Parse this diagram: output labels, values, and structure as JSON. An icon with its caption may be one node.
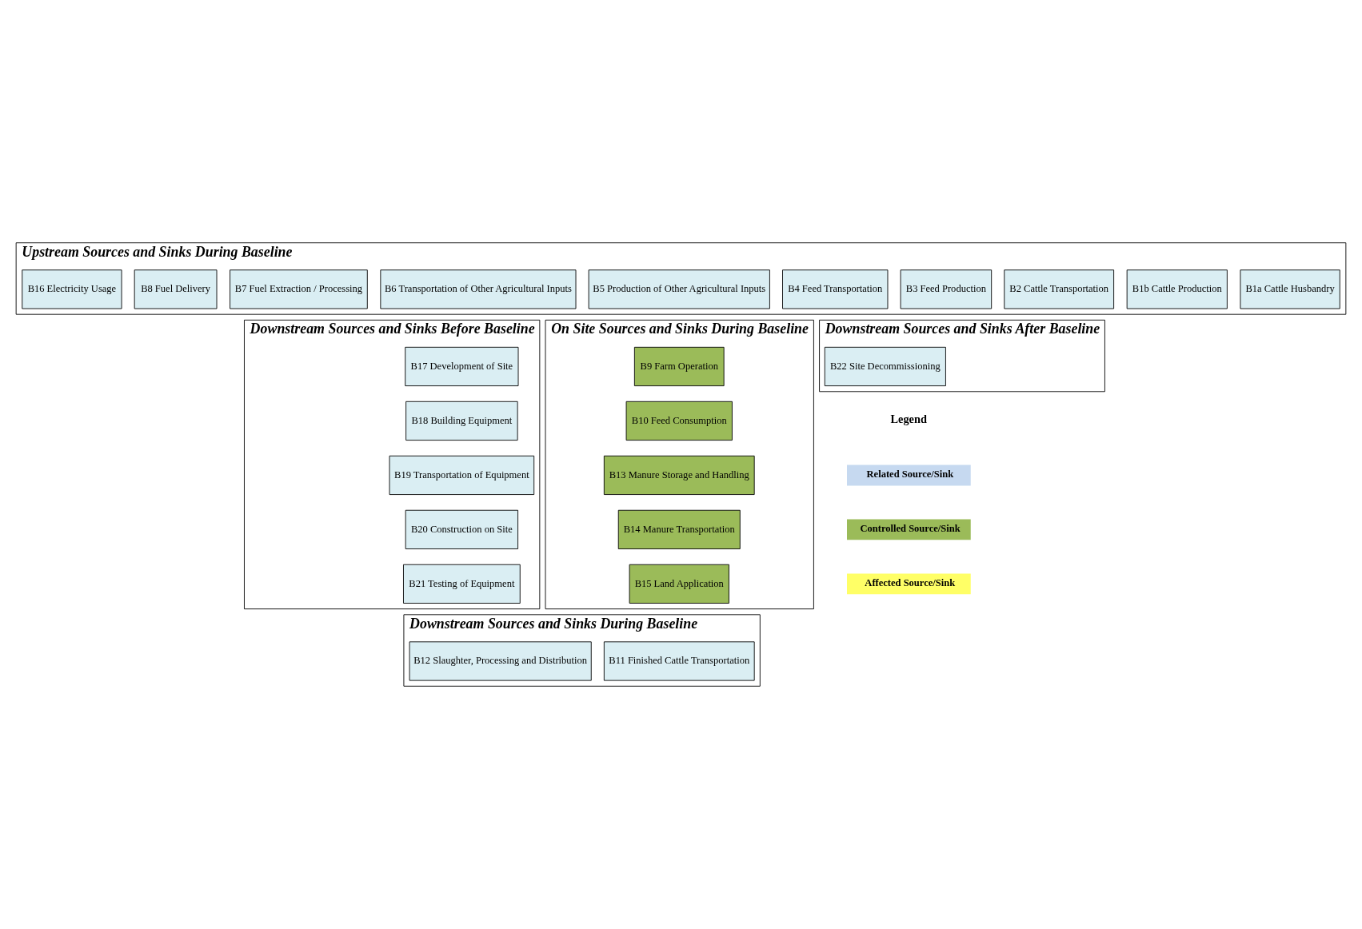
{
  "diagram": {
    "nodes": [
      {
        "text": [
          "Upstream Sources and Sinks During Baseline"
        ]
      },
      {
        "text": [
          "B1a Cattle Husbandry"
        ],
        "in": 0
      },
      {
        "text": [
          "B1b Cattle Production"
        ],
        "in": 0
      },
      {
        "text": [
          "B2 Cattle Transportation"
        ],
        "in": 0
      },
      {
        "text": [
          "B3 Feed Production"
        ],
        "in": 0
      },
      {
        "text": [
          "B4 Feed Transportation"
        ],
        "in": 0
      },
      {
        "text": [
          "B5 Production of Other Agricultural Inputs"
        ],
        "in": 0
      },
      {
        "text": [
          "B6 Transportation of Other Agricultural Inputs"
        ],
        "in": 0
      },
      {
        "text": [
          "B7 Fuel Extraction / Processing"
        ],
        "in": 0
      },
      {
        "text": [
          "B8 Fuel Delivery"
        ],
        "in": 0
      },
      {
        "text": [
          "B16 Electricity Usage"
        ],
        "in": 0
      },
      {
        "text": [
          "Downstream Sources and Sinks Before Baseline"
        ]
      },
      {
        "text": [
          "B17 Development of Site"
        ],
        "in": 11
      },
      {
        "text": [
          "B18 Building Equipment"
        ],
        "in": 11
      },
      {
        "text": [
          "B19 Transportation of Equipment"
        ],
        "in": 11
      },
      {
        "text": [
          "B20 Construction on Site"
        ],
        "in": 11
      },
      {
        "text": [
          "B21 Testing of Equipment"
        ],
        "in": 11
      },
      {
        "text": [
          "On Site Sources and Sinks During Baseline"
        ]
      },
      {
        "text": [
          "B9 Farm Operation"
        ],
        "in": 17
      },
      {
        "text": [
          "B10 Feed Consumption"
        ],
        "in": 17
      },
      {
        "text": [
          "B13 Manure Storage and Handling"
        ],
        "in": 17
      },
      {
        "text": [
          "B14 Manure Transportation"
        ],
        "in": 17
      },
      {
        "text": [
          "B15 Land Application"
        ],
        "in": 17
      },
      {
        "text": [
          "Downstream Sources and Sinks After Baseline"
        ]
      },
      {
        "text": [
          "B22 Site Decommissioning"
        ],
        "in": 23
      },
      {
        "text": [
          "Downstream Sources and Sinks During Baseline"
        ]
      },
      {
        "text": [
          "B11 Finished Cattle Transportation"
        ],
        "in": 25
      },
      {
        "text": [
          "B12 Slaughter, Processing and Distribution"
        ],
        "in": 25
      }
    ],
    "labels": [
      "Legend"
    ],
    "legend": [
      {
        "text": "Related Source/Sink",
        "color": "#c6d9f0"
      },
      {
        "text": "Controlled Source/Sink",
        "color": "#9bbb59"
      },
      {
        "text": "Affected Source/Sink",
        "color": "#ffff66"
      }
    ]
  }
}
